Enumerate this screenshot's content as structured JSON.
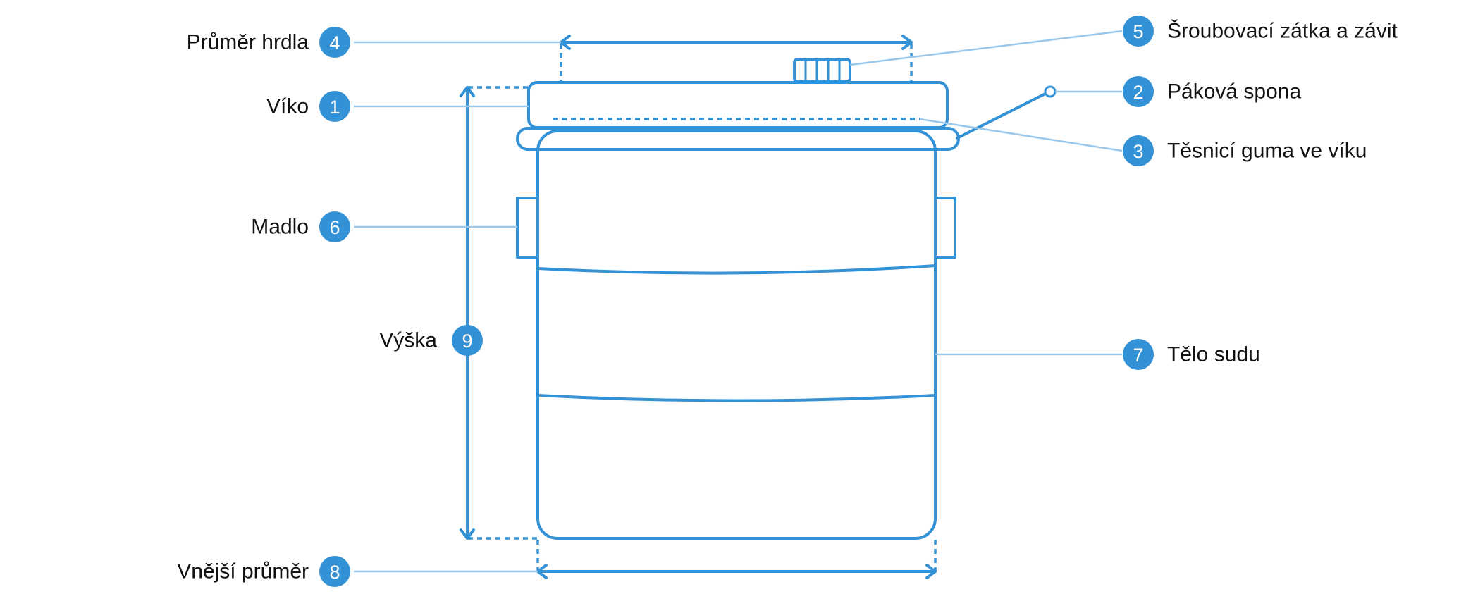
{
  "colors": {
    "accent": "#3391d6",
    "leader": "#9bc8ea",
    "text": "#111111",
    "background": "#ffffff"
  },
  "callouts": [
    {
      "id": "callout-4",
      "number": "4",
      "label": "Průměr hrdla",
      "side": "left"
    },
    {
      "id": "callout-1",
      "number": "1",
      "label": "Víko",
      "side": "left"
    },
    {
      "id": "callout-6",
      "number": "6",
      "label": "Madlo",
      "side": "left"
    },
    {
      "id": "callout-9",
      "number": "9",
      "label": "Výška",
      "side": "left"
    },
    {
      "id": "callout-8",
      "number": "8",
      "label": "Vnější průměr",
      "side": "left"
    },
    {
      "id": "callout-5",
      "number": "5",
      "label": "Šroubovací zátka a závit",
      "side": "right"
    },
    {
      "id": "callout-2",
      "number": "2",
      "label": "Páková spona",
      "side": "right"
    },
    {
      "id": "callout-3",
      "number": "3",
      "label": "Těsnicí guma ve víku",
      "side": "right"
    },
    {
      "id": "callout-7",
      "number": "7",
      "label": "Tělo sudu",
      "side": "right"
    }
  ]
}
